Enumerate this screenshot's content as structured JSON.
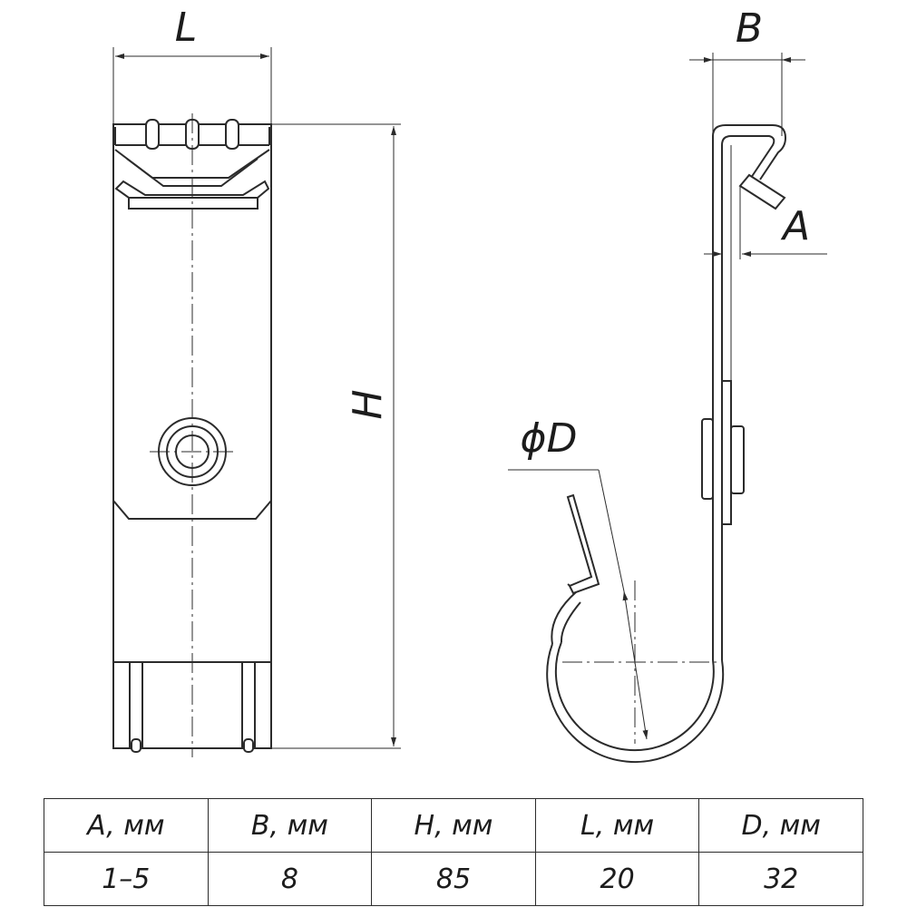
{
  "labels": {
    "L": "L",
    "B": "B",
    "A": "A",
    "H": "H",
    "phiD": "ϕD"
  },
  "table": {
    "headers": [
      "A, мм",
      "B, мм",
      "H, мм",
      "L, мм",
      "D, мм"
    ],
    "values": [
      "1–5",
      "8",
      "85",
      "20",
      "32"
    ]
  }
}
